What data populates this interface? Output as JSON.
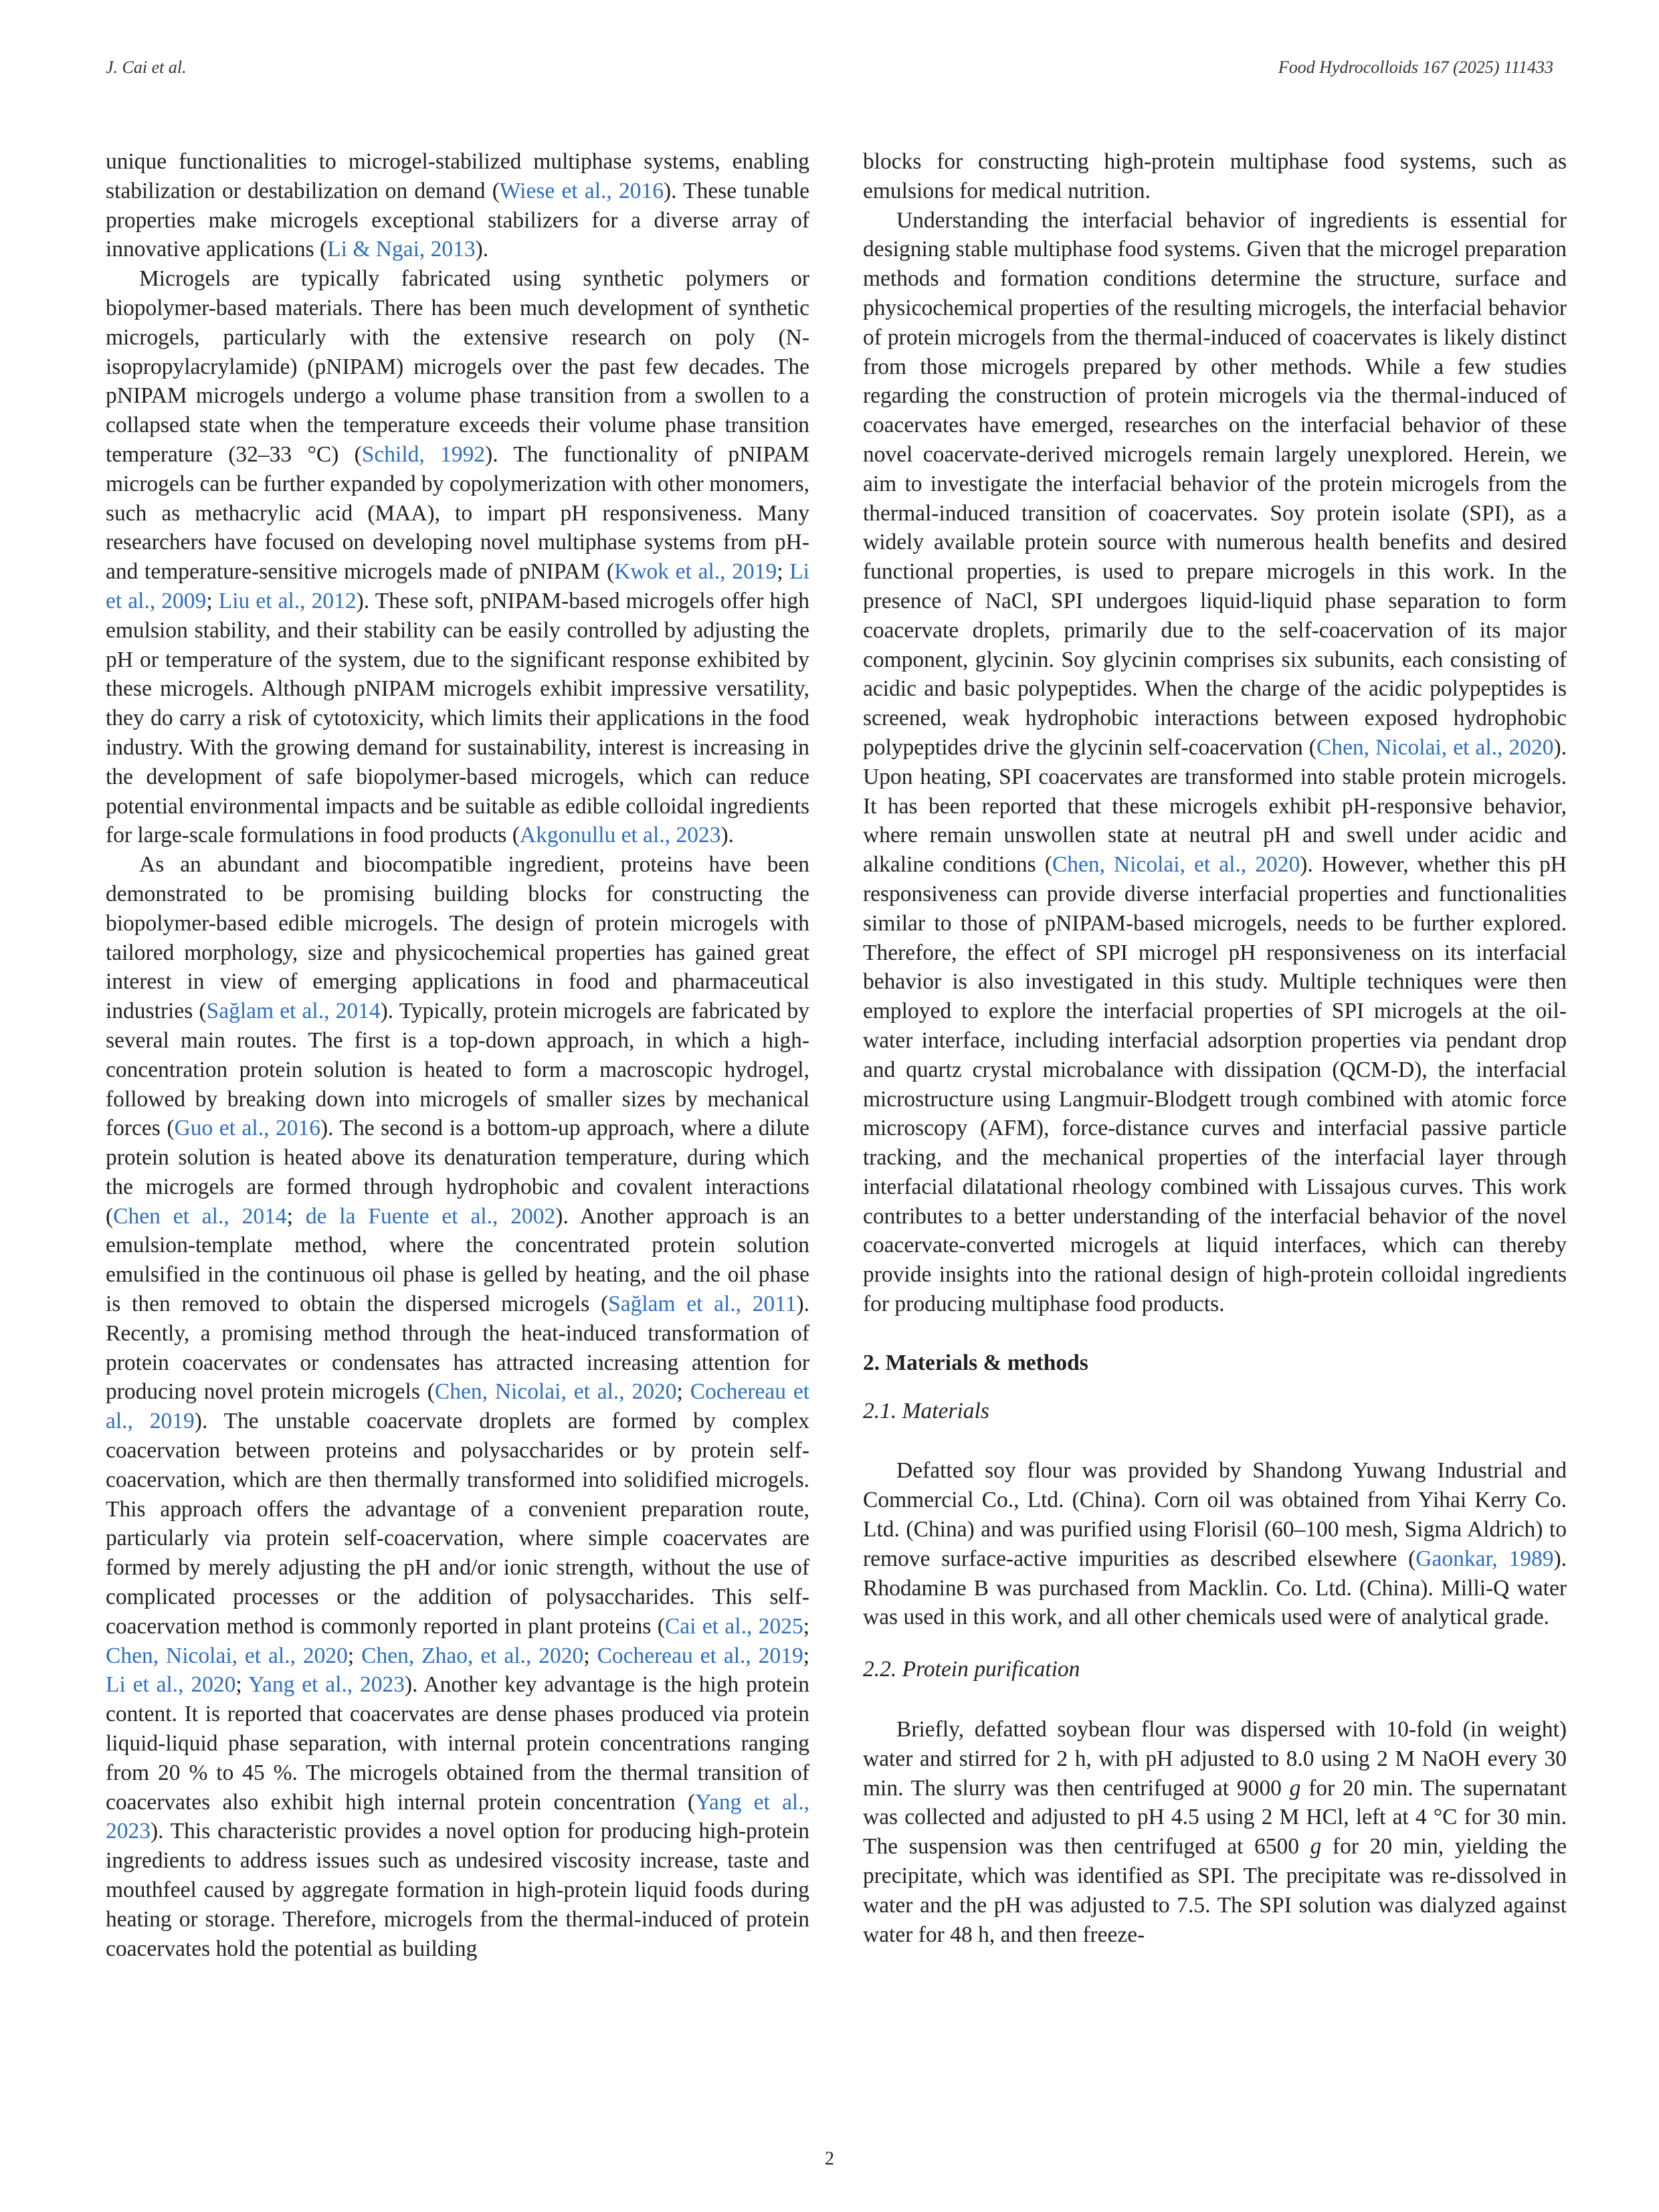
{
  "header": {
    "authors": "J. Cai et al.",
    "journal": "Food Hydrocolloids 167 (2025) 111433"
  },
  "left_column": {
    "p1": [
      {
        "t": "unique functionalities to microgel-stabilized multiphase systems, enabling stabilization or destabilization on demand ("
      },
      {
        "c": "Wiese et al., 2016"
      },
      {
        "t": "). These tunable properties make microgels exceptional stabilizers for a diverse array of innovative applications ("
      },
      {
        "c": "Li & Ngai, 2013"
      },
      {
        "t": ")."
      }
    ],
    "p2": [
      {
        "t": "Microgels are typically fabricated using synthetic polymers or biopolymer-based materials. There has been much development of synthetic microgels, particularly with the extensive research on poly (N-isopropylacrylamide) (pNIPAM) microgels over the past few decades. The pNIPAM microgels undergo a volume phase transition from a swollen to a collapsed state when the temperature exceeds their volume phase transition temperature (32–33 °C) ("
      },
      {
        "c": "Schild, 1992"
      },
      {
        "t": "). The functionality of pNIPAM microgels can be further expanded by copolymerization with other monomers, such as methacrylic acid (MAA), to impart pH responsiveness. Many researchers have focused on developing novel multiphase systems from pH- and temperature-sensitive microgels made of pNIPAM ("
      },
      {
        "c": "Kwok et al., 2019"
      },
      {
        "t": "; "
      },
      {
        "c": "Li et al., 2009"
      },
      {
        "t": "; "
      },
      {
        "c": "Liu et al., 2012"
      },
      {
        "t": "). These soft, pNIPAM-based microgels offer high emulsion stability, and their stability can be easily controlled by adjusting the pH or temperature of the system, due to the significant response exhibited by these microgels. Although pNIPAM microgels exhibit impressive versatility, they do carry a risk of cytotoxicity, which limits their applications in the food industry. With the growing demand for sustainability, interest is increasing in the development of safe biopolymer-based microgels, which can reduce potential environmental impacts and be suitable as edible colloidal ingredients for large-scale formulations in food products ("
      },
      {
        "c": "Akgonullu et al., 2023"
      },
      {
        "t": ")."
      }
    ],
    "p3": [
      {
        "t": "As an abundant and biocompatible ingredient, proteins have been demonstrated to be promising building blocks for constructing the biopolymer-based edible microgels. The design of protein microgels with tailored morphology, size and physicochemical properties has gained great interest in view of emerging applications in food and pharmaceutical industries ("
      },
      {
        "c": "Sağlam et al., 2014"
      },
      {
        "t": "). Typically, protein microgels are fabricated by several main routes. The first is a top-down approach, in which a high-concentration protein solution is heated to form a macroscopic hydrogel, followed by breaking down into microgels of smaller sizes by mechanical forces ("
      },
      {
        "c": "Guo et al., 2016"
      },
      {
        "t": "). The second is a bottom-up approach, where a dilute protein solution is heated above its denaturation temperature, during which the microgels are formed through hydrophobic and covalent interactions ("
      },
      {
        "c": "Chen et al., 2014"
      },
      {
        "t": "; "
      },
      {
        "c": "de la Fuente et al., 2002"
      },
      {
        "t": "). Another approach is an emulsion-template method, where the concentrated protein solution emulsified in the continuous oil phase is gelled by heating, and the oil phase is then removed to obtain the dispersed microgels ("
      },
      {
        "c": "Sağlam et al., 2011"
      },
      {
        "t": "). Recently, a promising method through the heat-induced transformation of protein coacervates or condensates has attracted increasing attention for producing novel protein microgels ("
      },
      {
        "c": "Chen, Nicolai, et al., 2020"
      },
      {
        "t": "; "
      },
      {
        "c": "Cochereau et al., 2019"
      },
      {
        "t": "). The unstable coacervate droplets are formed by complex coacervation between proteins and polysaccharides or by protein self-coacervation, which are then thermally transformed into solidified microgels. This approach offers the advantage of a convenient preparation route, particularly via protein self-coacervation, where simple coacervates are formed by merely adjusting the pH and/or ionic strength, without the use of complicated processes or the addition of polysaccharides. This self-coacervation method is commonly reported in plant proteins ("
      },
      {
        "c": "Cai et al., 2025"
      },
      {
        "t": "; "
      },
      {
        "c": "Chen, Nicolai, et al., 2020"
      },
      {
        "t": "; "
      },
      {
        "c": "Chen, Zhao, et al., 2020"
      },
      {
        "t": "; "
      },
      {
        "c": "Cochereau et al., 2019"
      },
      {
        "t": "; "
      },
      {
        "c": "Li et al., 2020"
      },
      {
        "t": "; "
      },
      {
        "c": "Yang et al., 2023"
      },
      {
        "t": "). Another key advantage is the high protein content. It is reported that coacervates are dense phases produced via protein liquid-liquid phase separation, with internal protein concentrations ranging from 20 % to 45 %. The microgels obtained from the thermal transition of coacervates also exhibit high internal protein concentration ("
      },
      {
        "c": "Yang et al., 2023"
      },
      {
        "t": "). This characteristic provides a novel option for producing high-protein ingredients to address issues such as undesired viscosity increase, taste and mouthfeel caused by aggregate formation in high-protein liquid foods during heating or storage. Therefore, microgels from the thermal-induced of protein coacervates hold the potential as building"
      }
    ]
  },
  "right_column": {
    "p1": [
      {
        "t": "blocks for constructing high-protein multiphase food systems, such as emulsions for medical nutrition."
      }
    ],
    "p2": [
      {
        "t": "Understanding the interfacial behavior of ingredients is essential for designing stable multiphase food systems. Given that the microgel preparation methods and formation conditions determine the structure, surface and physicochemical properties of the resulting microgels, the interfacial behavior of protein microgels from the thermal-induced of coacervates is likely distinct from those microgels prepared by other methods. While a few studies regarding the construction of protein microgels via the thermal-induced of coacervates have emerged, researches on the interfacial behavior of these novel coacervate-derived microgels remain largely unexplored. Herein, we aim to investigate the interfacial behavior of the protein microgels from the thermal-induced transition of coacervates. Soy protein isolate (SPI), as a widely available protein source with numerous health benefits and desired functional properties, is used to prepare microgels in this work. In the presence of NaCl, SPI undergoes liquid-liquid phase separation to form coacervate droplets, primarily due to the self-coacervation of its major component, glycinin. Soy glycinin comprises six subunits, each consisting of acidic and basic polypeptides. When the charge of the acidic polypeptides is screened, weak hydrophobic interactions between exposed hydrophobic polypeptides drive the glycinin self-coacervation ("
      },
      {
        "c": "Chen, Nicolai, et al., 2020"
      },
      {
        "t": "). Upon heating, SPI coacervates are transformed into stable protein microgels. It has been reported that these microgels exhibit pH-responsive behavior, where remain unswollen state at neutral pH and swell under acidic and alkaline conditions ("
      },
      {
        "c": "Chen, Nicolai, et al., 2020"
      },
      {
        "t": "). However, whether this pH responsiveness can provide diverse interfacial properties and functionalities similar to those of pNIPAM-based microgels, needs to be further explored. Therefore, the effect of SPI microgel pH responsiveness on its interfacial behavior is also investigated in this study. Multiple techniques were then employed to explore the interfacial properties of SPI microgels at the oil-water interface, including interfacial adsorption properties via pendant drop and quartz crystal microbalance with dissipation (QCM-D), the interfacial microstructure using Langmuir-Blodgett trough combined with atomic force microscopy (AFM), force-distance curves and interfacial passive particle tracking, and the mechanical properties of the interfacial layer through interfacial dilatational rheology combined with Lissajous curves. This work contributes to a better understanding of the interfacial behavior of the novel coacervate-converted microgels at liquid interfaces, which can thereby provide insights into the rational design of high-protein colloidal ingredients for producing multiphase food products."
      }
    ],
    "section_title": "2.  Materials & methods",
    "subsection_1": "2.1.  Materials",
    "p3": [
      {
        "t": "Defatted soy flour was provided by Shandong Yuwang Industrial and Commercial Co., Ltd. (China). Corn oil was obtained from Yihai Kerry Co. Ltd. (China) and was purified using Florisil (60–100 mesh, Sigma Aldrich) to remove surface-active impurities as described elsewhere ("
      },
      {
        "c": "Gaonkar, 1989"
      },
      {
        "t": "). Rhodamine B was purchased from Macklin. Co. Ltd. (China). Milli-Q water was used in this work, and all other chemicals used were of analytical grade."
      }
    ],
    "subsection_2": "2.2.  Protein purification",
    "p4": [
      {
        "t": "Briefly, defatted soybean flour was dispersed with 10-fold (in weight) water and stirred for 2 h, with pH adjusted to 8.0 using 2 M NaOH every 30 min. The slurry was then centrifuged at 9000 "
      },
      {
        "i": "g"
      },
      {
        "t": " for 20 min. The supernatant was collected and adjusted to pH 4.5 using 2 M HCl, left at 4 °C for 30 min. The suspension was then centrifuged at 6500 "
      },
      {
        "i": "g"
      },
      {
        "t": " for 20 min, yielding the precipitate, which was identified as SPI. The precipitate was re-dissolved in water and the pH was adjusted to 7.5. The SPI solution was dialyzed against water for 48 h, and then freeze-"
      }
    ]
  },
  "footer": {
    "page_number": "2"
  }
}
